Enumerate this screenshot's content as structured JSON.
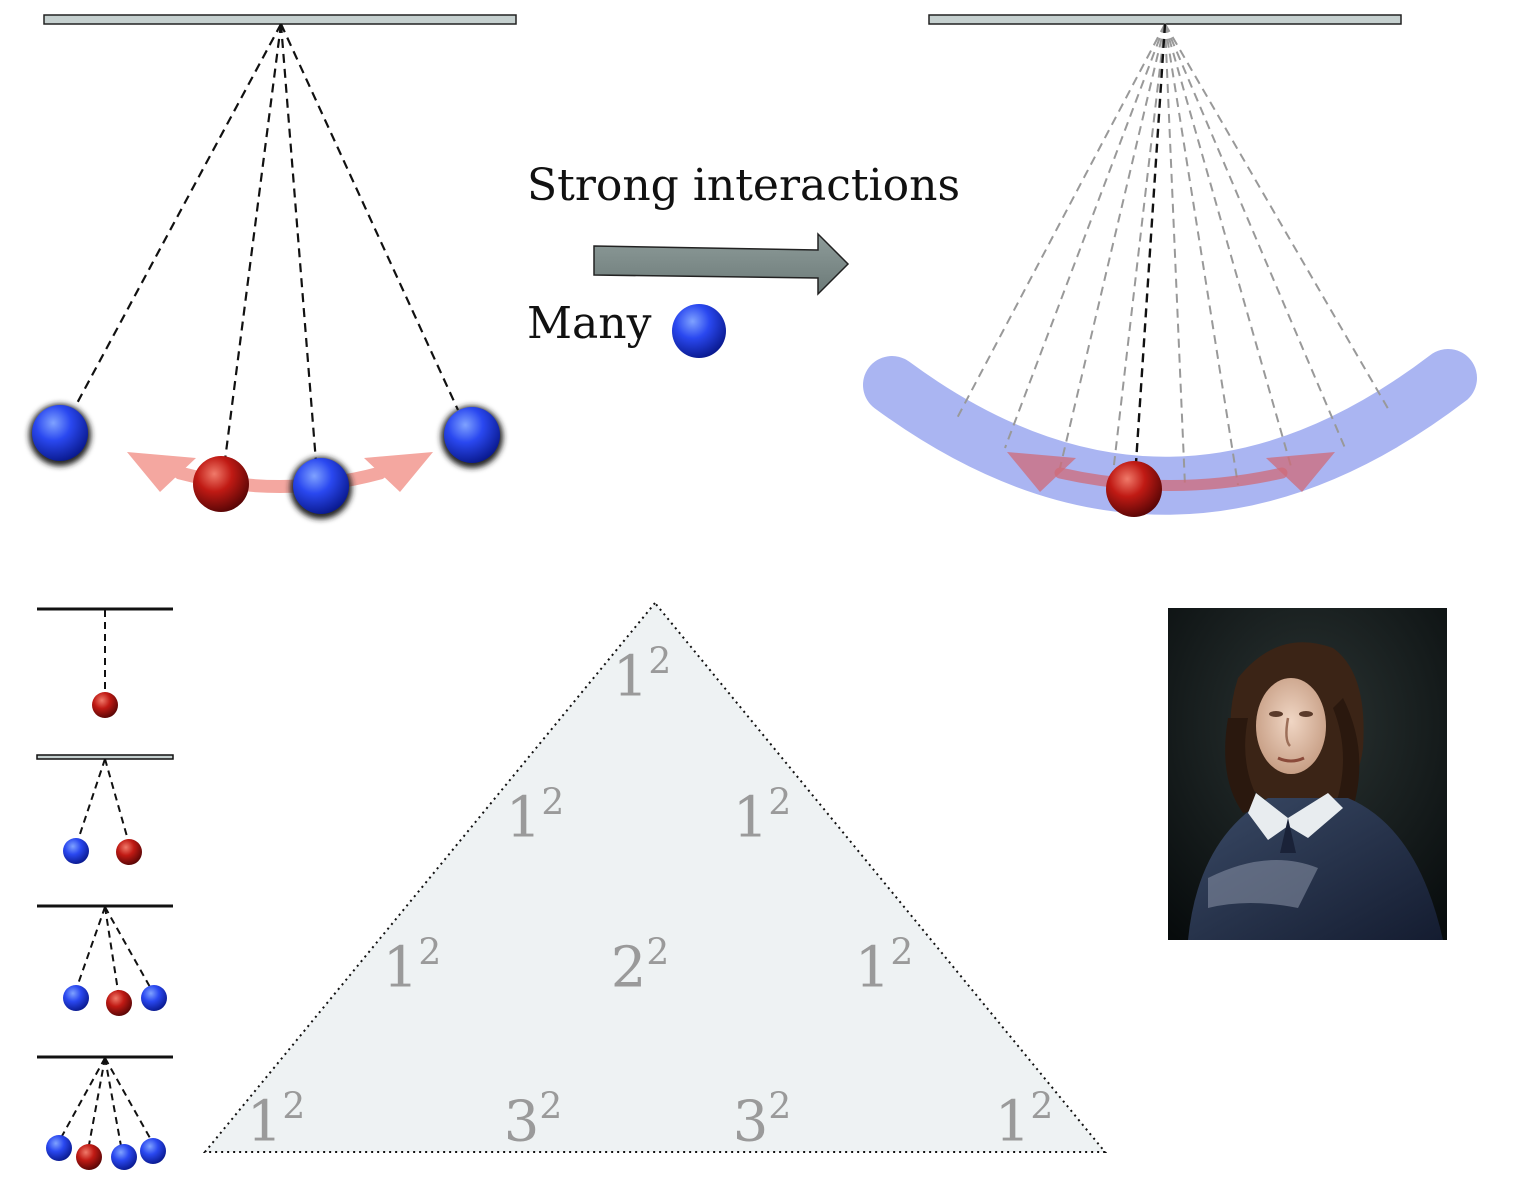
{
  "labels": {
    "strong": "Strong interactions",
    "many": "Many"
  },
  "triangle": {
    "cells": [
      {
        "base": "1",
        "exp": "2"
      },
      {
        "base": "1",
        "exp": "2"
      },
      {
        "base": "1",
        "exp": "2"
      },
      {
        "base": "1",
        "exp": "2"
      },
      {
        "base": "2",
        "exp": "2"
      },
      {
        "base": "1",
        "exp": "2"
      },
      {
        "base": "1",
        "exp": "2"
      },
      {
        "base": "3",
        "exp": "2"
      },
      {
        "base": "3",
        "exp": "2"
      },
      {
        "base": "1",
        "exp": "2"
      }
    ]
  },
  "icons": {
    "ball_blue": "blue-ball-icon",
    "ball_red": "red-ball-icon",
    "arrow": "right-arrow-icon",
    "portrait": "portrait-painting"
  },
  "colors": {
    "ball_blue": "#1f3ff0",
    "ball_red": "#b01010",
    "swing_arrow": "#f4a7a0",
    "band": "#aab5f2",
    "bar_fill": "#c5d0cf",
    "big_arrow": "#7b8a88",
    "triangle_fill": "#eef2f3",
    "tri_text": "#9a9a9a",
    "portrait_bg": "#0d1214"
  }
}
